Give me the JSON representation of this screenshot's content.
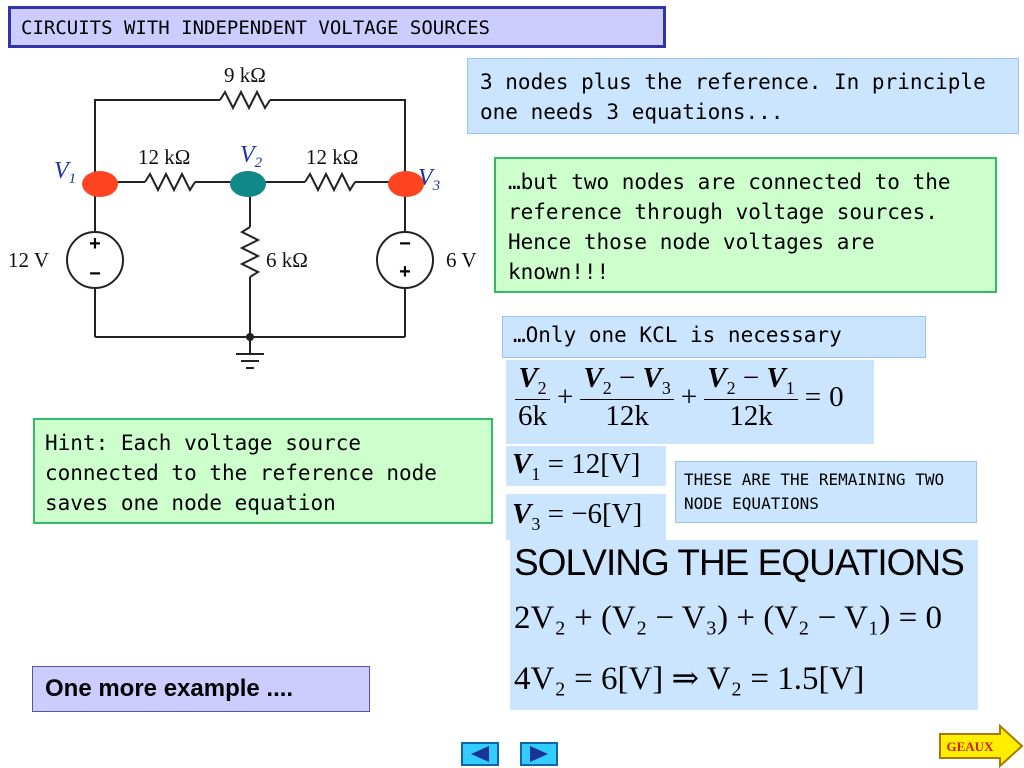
{
  "slide": {
    "title": "CIRCUITS WITH INDEPENDENT VOLTAGE SOURCES",
    "note_nodes": "3 nodes plus the reference. In principle one needs 3 equations...",
    "note_known": "…but two nodes are connected to the reference through voltage sources. Hence those node voltages are known!!!",
    "note_kcl": "…Only one KCL is necessary",
    "hint": "Hint: Each voltage source connected to the reference node saves one node equation",
    "remaining": "THESE ARE THE REMAINING TWO NODE EQUATIONS",
    "more_example": "One more example ....",
    "geaux": "GEAUX"
  },
  "circuit": {
    "r_top": "9 kΩ",
    "r_left": "12 kΩ",
    "r_right": "12 kΩ",
    "r_mid": "6 kΩ",
    "src_left": "12 V",
    "src_right": "6 V",
    "node1": "V",
    "node1_sub": "1",
    "node2": "V",
    "node2_sub": "2",
    "node3": "V",
    "node3_sub": "3",
    "plus": "+",
    "minus": "−",
    "colors": {
      "node1": "#ff4422",
      "node2": "#118888",
      "node3": "#ff4422",
      "node_label": "#1a33aa"
    }
  },
  "equations": {
    "kcl": {
      "t1_num": "V",
      "t1_num_sub": "2",
      "t1_den": "6k",
      "t2_num_a": "V",
      "t2_num_a_sub": "2",
      "t2_num_b": "V",
      "t2_num_b_sub": "3",
      "t2_den": "12k",
      "t3_num_a": "V",
      "t3_num_a_sub": "2",
      "t3_num_b": "V",
      "t3_num_b_sub": "1",
      "t3_den": "12k",
      "rhs": "0"
    },
    "v1": {
      "lhs": "V",
      "lhs_sub": "1",
      "rhs": "12[V]"
    },
    "v3": {
      "lhs": "V",
      "lhs_sub": "3",
      "rhs": "−6[V]"
    },
    "solve_title": "SOLVING THE EQUATIONS",
    "solve_1": "2V₂ + (V₂ − V₃) + (V₂ − V₁) = 0",
    "solve_2": "4V₂ = 6[V] ⇒ V₂ = 1.5[V]"
  },
  "nav": {
    "prev_icon": "left-arrow-icon",
    "next_icon": "right-arrow-icon"
  }
}
